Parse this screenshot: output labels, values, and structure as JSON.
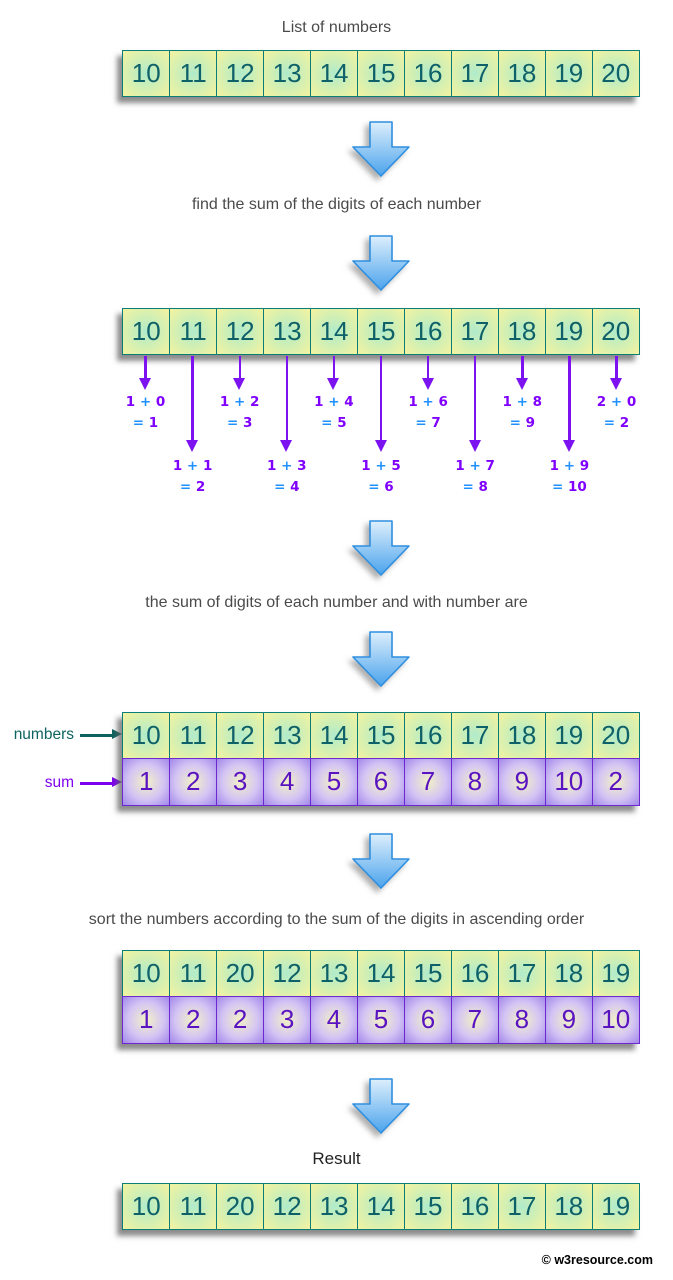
{
  "title": "List of numbers",
  "captions": {
    "step1": "find the sum of the digits of each number",
    "step2": "the sum of digits of each number and with number are",
    "step3": "sort the numbers according to the sum of the digits in ascending order",
    "result_label": "Result"
  },
  "row_labels": {
    "numbers": "numbers",
    "sum": "sum"
  },
  "lists": {
    "numbers": [
      "10",
      "11",
      "12",
      "13",
      "14",
      "15",
      "16",
      "17",
      "18",
      "19",
      "20"
    ],
    "sums": [
      "1",
      "2",
      "3",
      "4",
      "5",
      "6",
      "7",
      "8",
      "9",
      "10",
      "2"
    ],
    "sorted_numbers": [
      "10",
      "11",
      "20",
      "12",
      "13",
      "14",
      "15",
      "16",
      "17",
      "18",
      "19"
    ],
    "sorted_sums": [
      "1",
      "2",
      "2",
      "3",
      "4",
      "5",
      "6",
      "7",
      "8",
      "9",
      "10"
    ],
    "result_numbers": [
      "10",
      "11",
      "20",
      "12",
      "13",
      "14",
      "15",
      "16",
      "17",
      "18",
      "19"
    ]
  },
  "equations": [
    {
      "a": "1",
      "plus": "+",
      "b": "0",
      "eq": "=",
      "sum": "1",
      "position": "upper"
    },
    {
      "a": "1",
      "plus": "+",
      "b": "1",
      "eq": "=",
      "sum": "2",
      "position": "lower"
    },
    {
      "a": "1",
      "plus": "+",
      "b": "2",
      "eq": "=",
      "sum": "3",
      "position": "upper"
    },
    {
      "a": "1",
      "plus": "+",
      "b": "3",
      "eq": "=",
      "sum": "4",
      "position": "lower"
    },
    {
      "a": "1",
      "plus": "+",
      "b": "4",
      "eq": "=",
      "sum": "5",
      "position": "upper"
    },
    {
      "a": "1",
      "plus": "+",
      "b": "5",
      "eq": "=",
      "sum": "6",
      "position": "lower"
    },
    {
      "a": "1",
      "plus": "+",
      "b": "6",
      "eq": "=",
      "sum": "7",
      "position": "upper"
    },
    {
      "a": "1",
      "plus": "+",
      "b": "7",
      "eq": "=",
      "sum": "8",
      "position": "lower"
    },
    {
      "a": "1",
      "plus": "+",
      "b": "8",
      "eq": "=",
      "sum": "9",
      "position": "upper"
    },
    {
      "a": "1",
      "plus": "+",
      "b": "9",
      "eq": "=",
      "sum": "10",
      "position": "lower"
    },
    {
      "a": "2",
      "plus": "+",
      "b": "0",
      "eq": "=",
      "sum": "2",
      "position": "upper"
    }
  ],
  "watermark": "© w3resource.com",
  "colors": {
    "green_cell_border": "#0a7d78",
    "green_cell_text": "#0e6168",
    "purple_cell_border": "#6d28cf",
    "purple_cell_text": "#5a13c0",
    "equation_digit": "#7f00ff",
    "equation_operator": "#1e90ff",
    "thin_arrow": "#7c12f0",
    "big_arrow_fill_top": "#ddeffc",
    "big_arrow_fill_bottom": "#4ba3ec",
    "big_arrow_stroke": "#2f8fe0",
    "caption_text": "#4a4a4a",
    "numbers_label": "#0d6360",
    "sum_label": "#7d00f0"
  }
}
